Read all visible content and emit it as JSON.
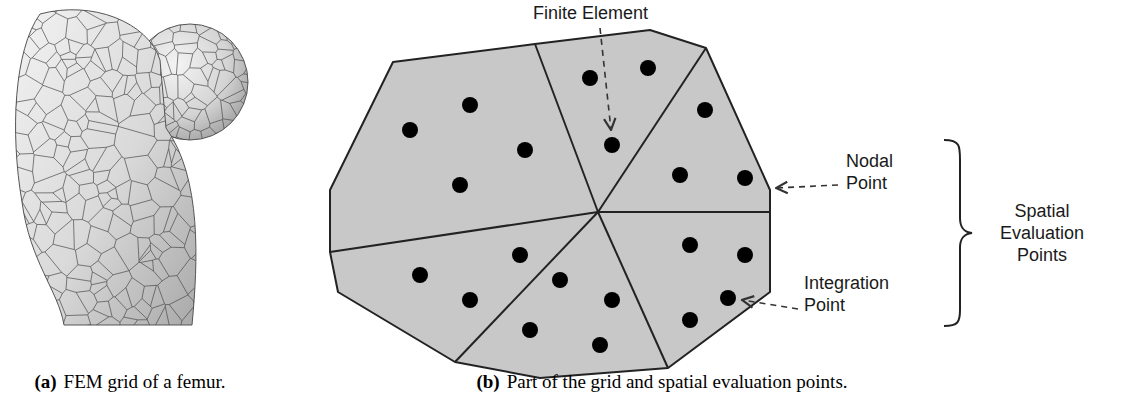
{
  "diagram": {
    "labels": [
      "Finite Element",
      "Nodal Point",
      "Integration Point",
      "Spatial Evaluation Points",
      "(a)",
      "FEM grid of a femur.",
      "(b)",
      "Part of the grid and spatial evaluation points."
    ]
  }
}
